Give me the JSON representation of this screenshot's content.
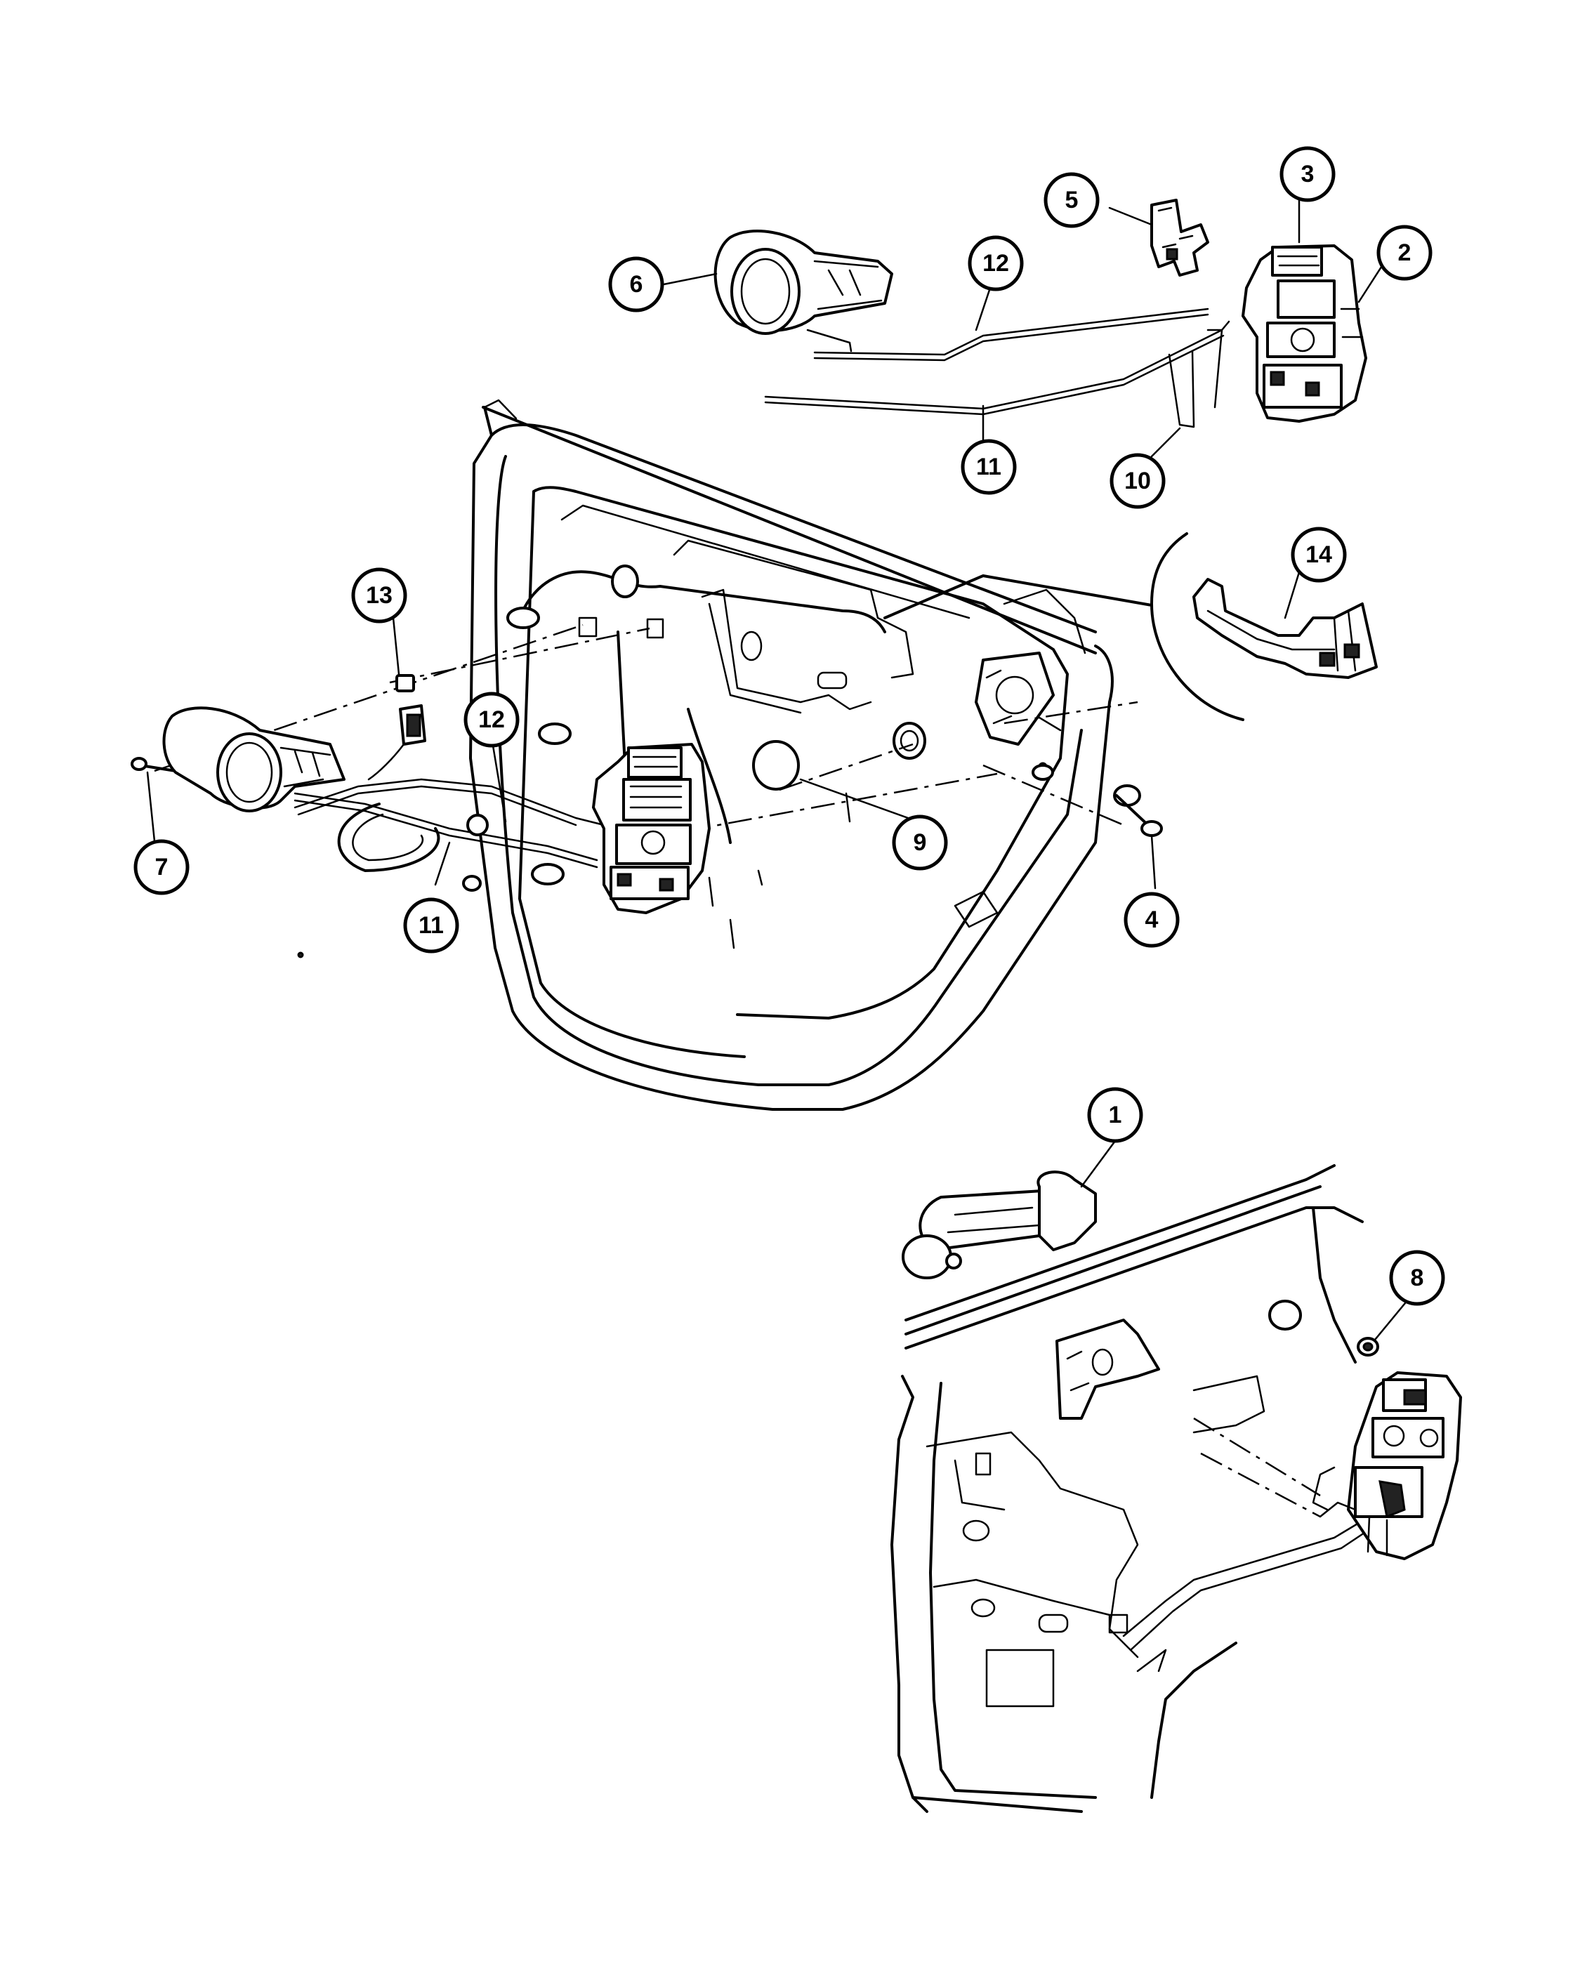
{
  "callouts": [
    {
      "number": "1"
    },
    {
      "number": "2"
    },
    {
      "number": "3"
    },
    {
      "number": "4"
    },
    {
      "number": "5"
    },
    {
      "number": "6"
    },
    {
      "number": "7"
    },
    {
      "number": "8"
    },
    {
      "number": "9"
    },
    {
      "number": "10"
    },
    {
      "number": "11"
    },
    {
      "number": "11"
    },
    {
      "number": "12"
    },
    {
      "number": "12"
    },
    {
      "number": "13"
    },
    {
      "number": "14"
    }
  ]
}
